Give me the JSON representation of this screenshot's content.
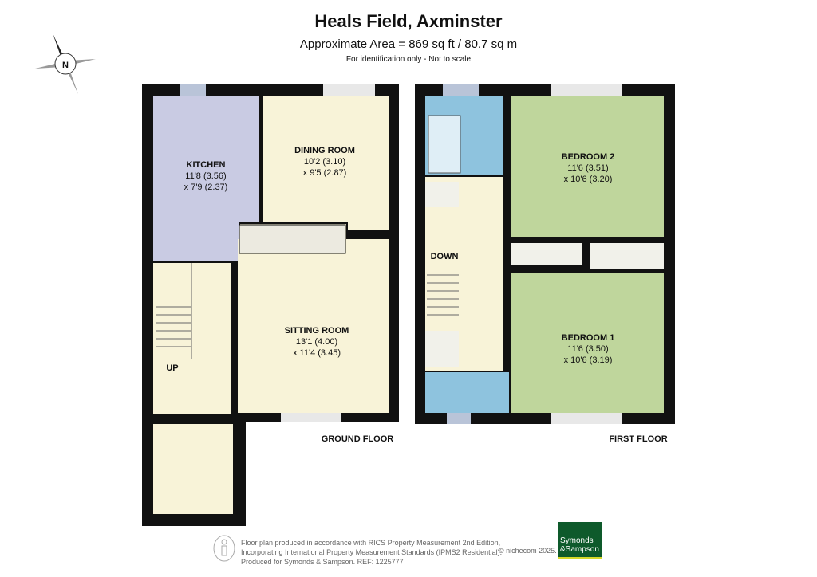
{
  "header": {
    "title": "Heals Field, Axminster",
    "area": "Approximate Area = 869 sq ft / 80.7 sq m",
    "note": "For identification only - Not to scale"
  },
  "compass": {
    "label": "N",
    "icon": "compass-icon"
  },
  "ground_floor": {
    "label": "GROUND FLOOR",
    "stairs_label": "UP",
    "rooms": [
      {
        "name": "KITCHEN",
        "dim1": "11'8 (3.56)",
        "dim2": "x 7'9 (2.37)"
      },
      {
        "name": "DINING ROOM",
        "dim1": "10'2 (3.10)",
        "dim2": "x 9'5 (2.87)"
      },
      {
        "name": "SITTING ROOM",
        "dim1": "13'1 (4.00)",
        "dim2": "x 11'4 (3.45)"
      }
    ]
  },
  "first_floor": {
    "label": "FIRST FLOOR",
    "stairs_label": "DOWN",
    "rooms": [
      {
        "name": "BEDROOM 2",
        "dim1": "11'6 (3.51)",
        "dim2": "x 10'6 (3.20)"
      },
      {
        "name": "BEDROOM 1",
        "dim1": "11'6 (3.50)",
        "dim2": "x 10'6 (3.19)"
      }
    ]
  },
  "colors": {
    "kitchen": "#c9cbe3",
    "bathroom": "#8ec3de",
    "bedroom": "#bfd69c",
    "circulation": "#f8f3d8",
    "wall": "#111111"
  },
  "footer": {
    "lines": [
      "Floor plan produced in accordance with RICS Property Measurement 2nd Edition,",
      "Incorporating International Property Measurement Standards (IPMS2 Residential).",
      "Produced for Symonds & Sampson.   REF:  1225777"
    ],
    "copyright": "© nichecom 2025.",
    "logo_lines": [
      "Symonds",
      "&Sampson"
    ]
  }
}
